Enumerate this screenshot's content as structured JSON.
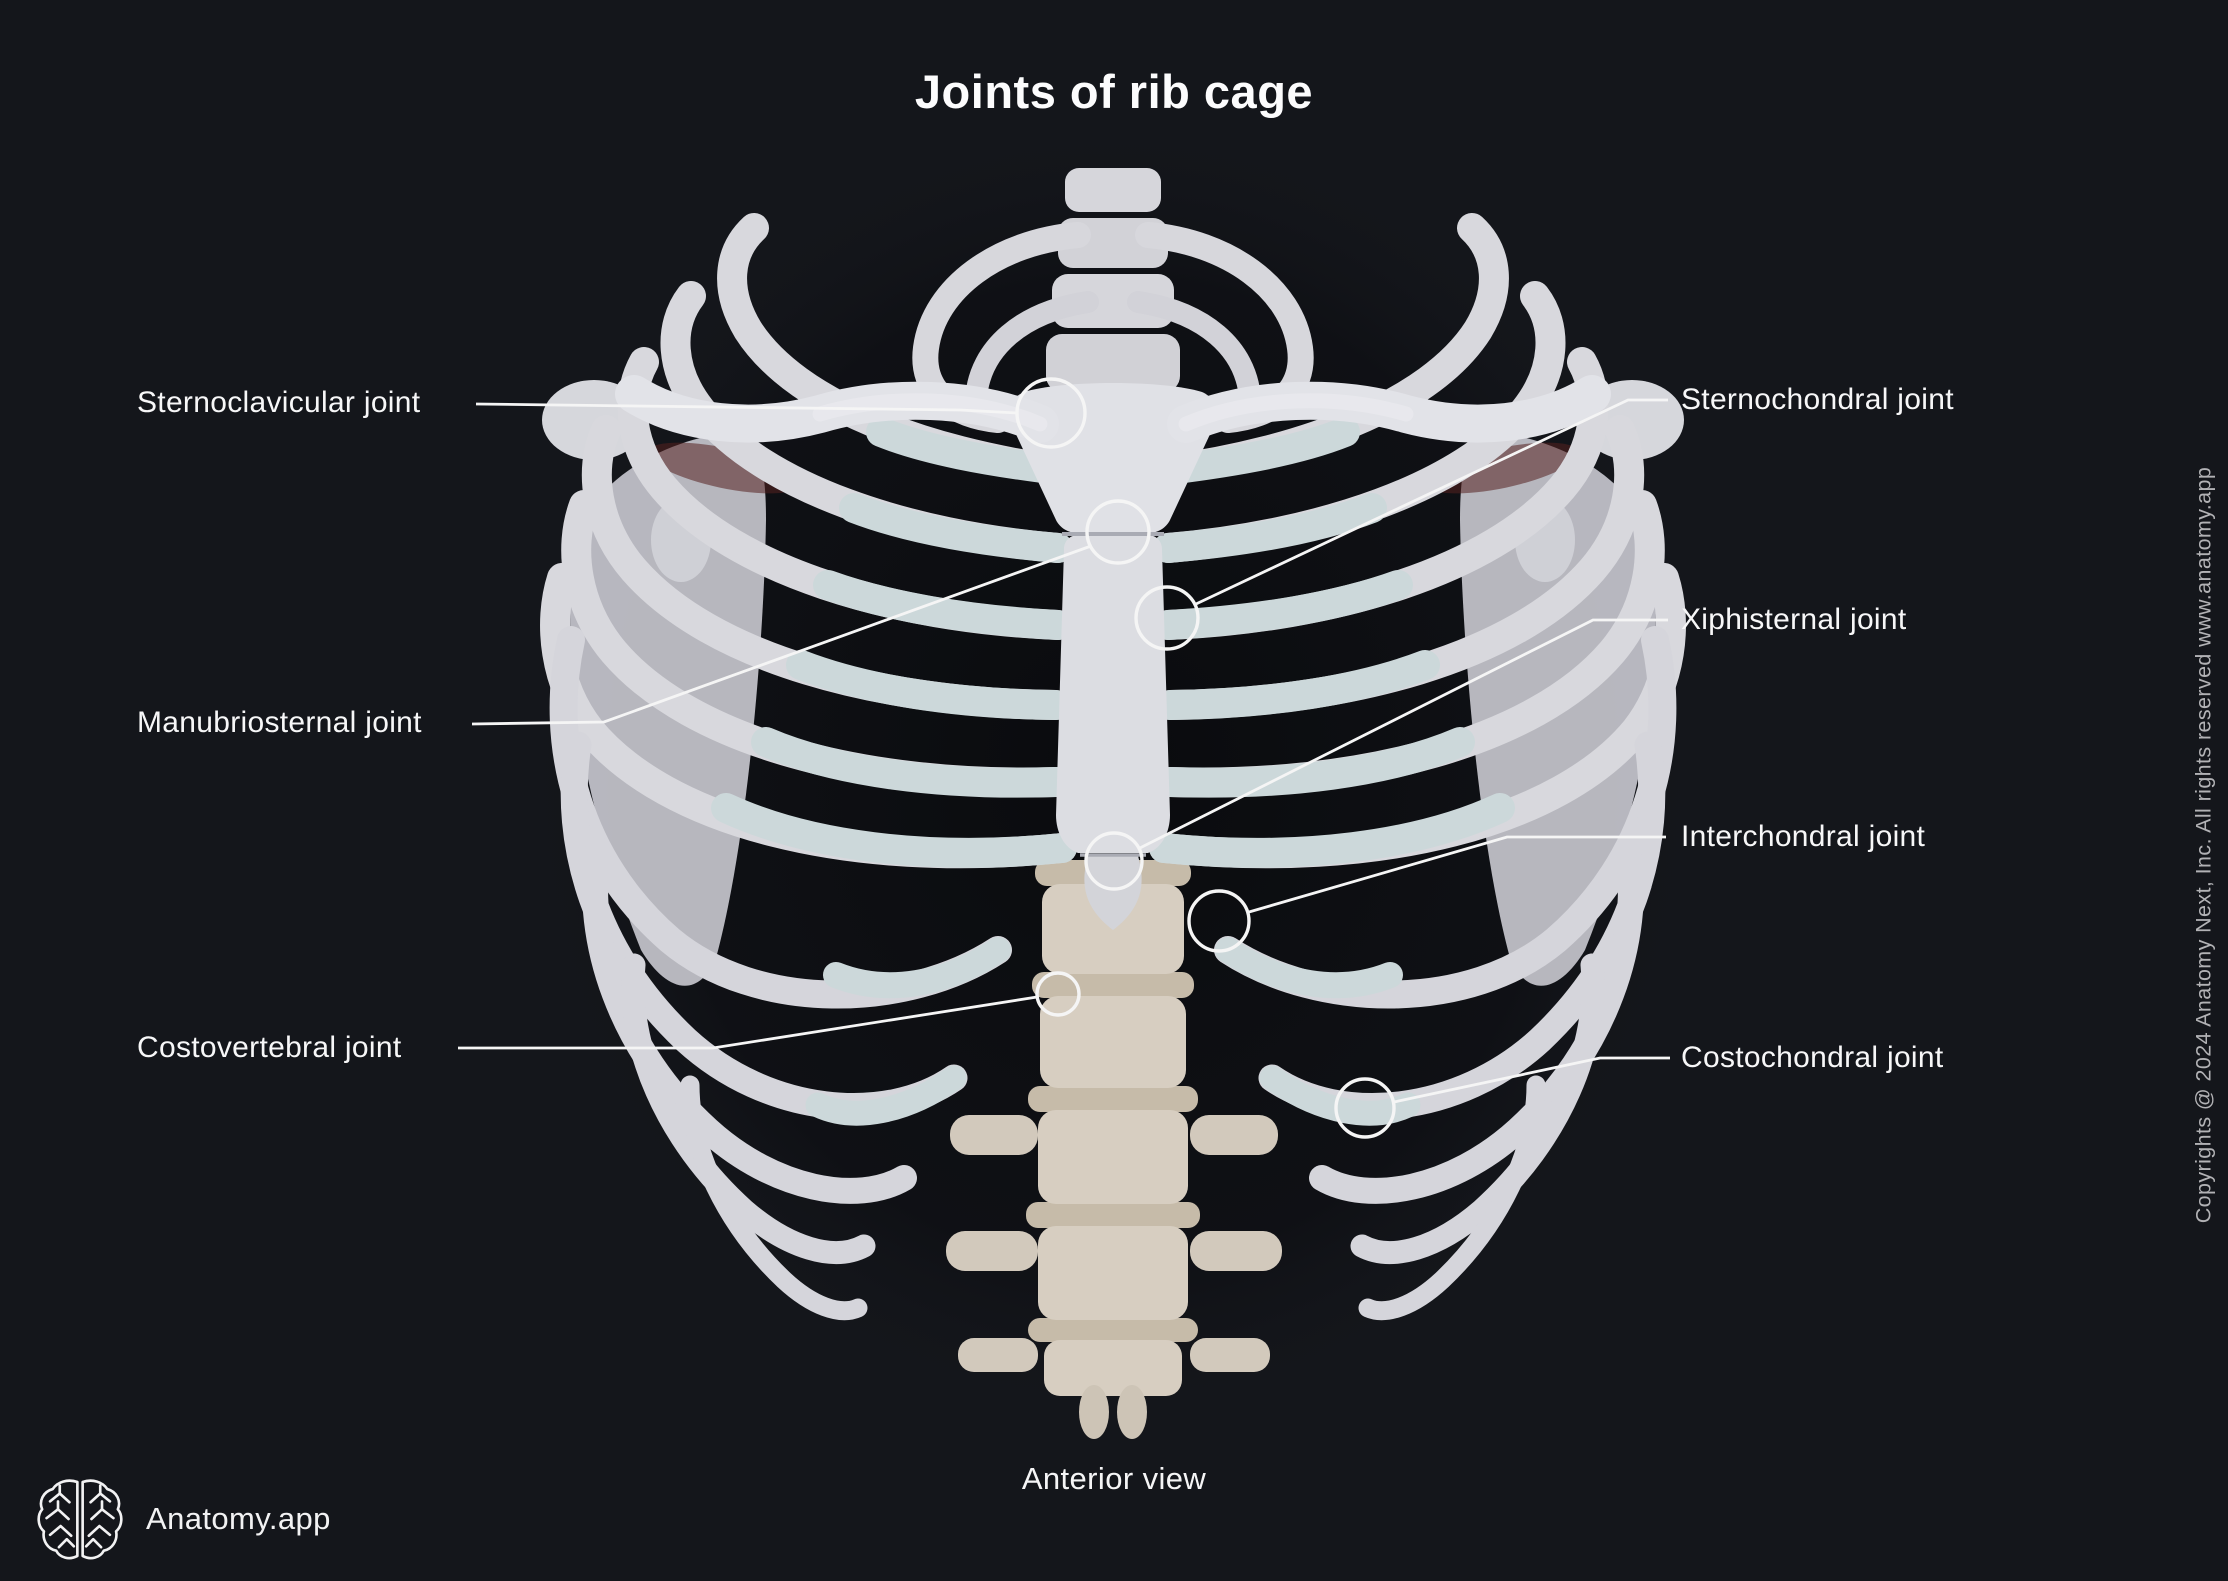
{
  "title": "Joints of rib cage",
  "view_caption": "Anterior view",
  "branding": {
    "app_name": "Anatomy.app",
    "logo_icon": "brain-icon"
  },
  "copyright": "Copyrights @ 2024 Anatomy Next, Inc. All rights reserved www.anatomy.app",
  "colors": {
    "background": "#14161b",
    "label_text": "#f7f7f8",
    "annotation_lines": "#f5f5f5",
    "copyright_text": "#b2b2b5",
    "bone": "#d8d8dd",
    "cartilage": "#ccd8da",
    "vertebra": "#d7cec1"
  },
  "diagram": {
    "subject": "Rib cage, anterior view, with joint annotations",
    "labels": [
      {
        "text": "Sternoclavicular joint",
        "side": "left"
      },
      {
        "text": "Manubriosternal joint",
        "side": "left"
      },
      {
        "text": "Costovertebral joint",
        "side": "left"
      },
      {
        "text": "Sternochondral joint",
        "side": "right"
      },
      {
        "text": "Xiphisternal joint",
        "side": "right"
      },
      {
        "text": "Interchondral joint",
        "side": "right"
      },
      {
        "text": "Costochondral joint",
        "side": "right"
      }
    ]
  }
}
